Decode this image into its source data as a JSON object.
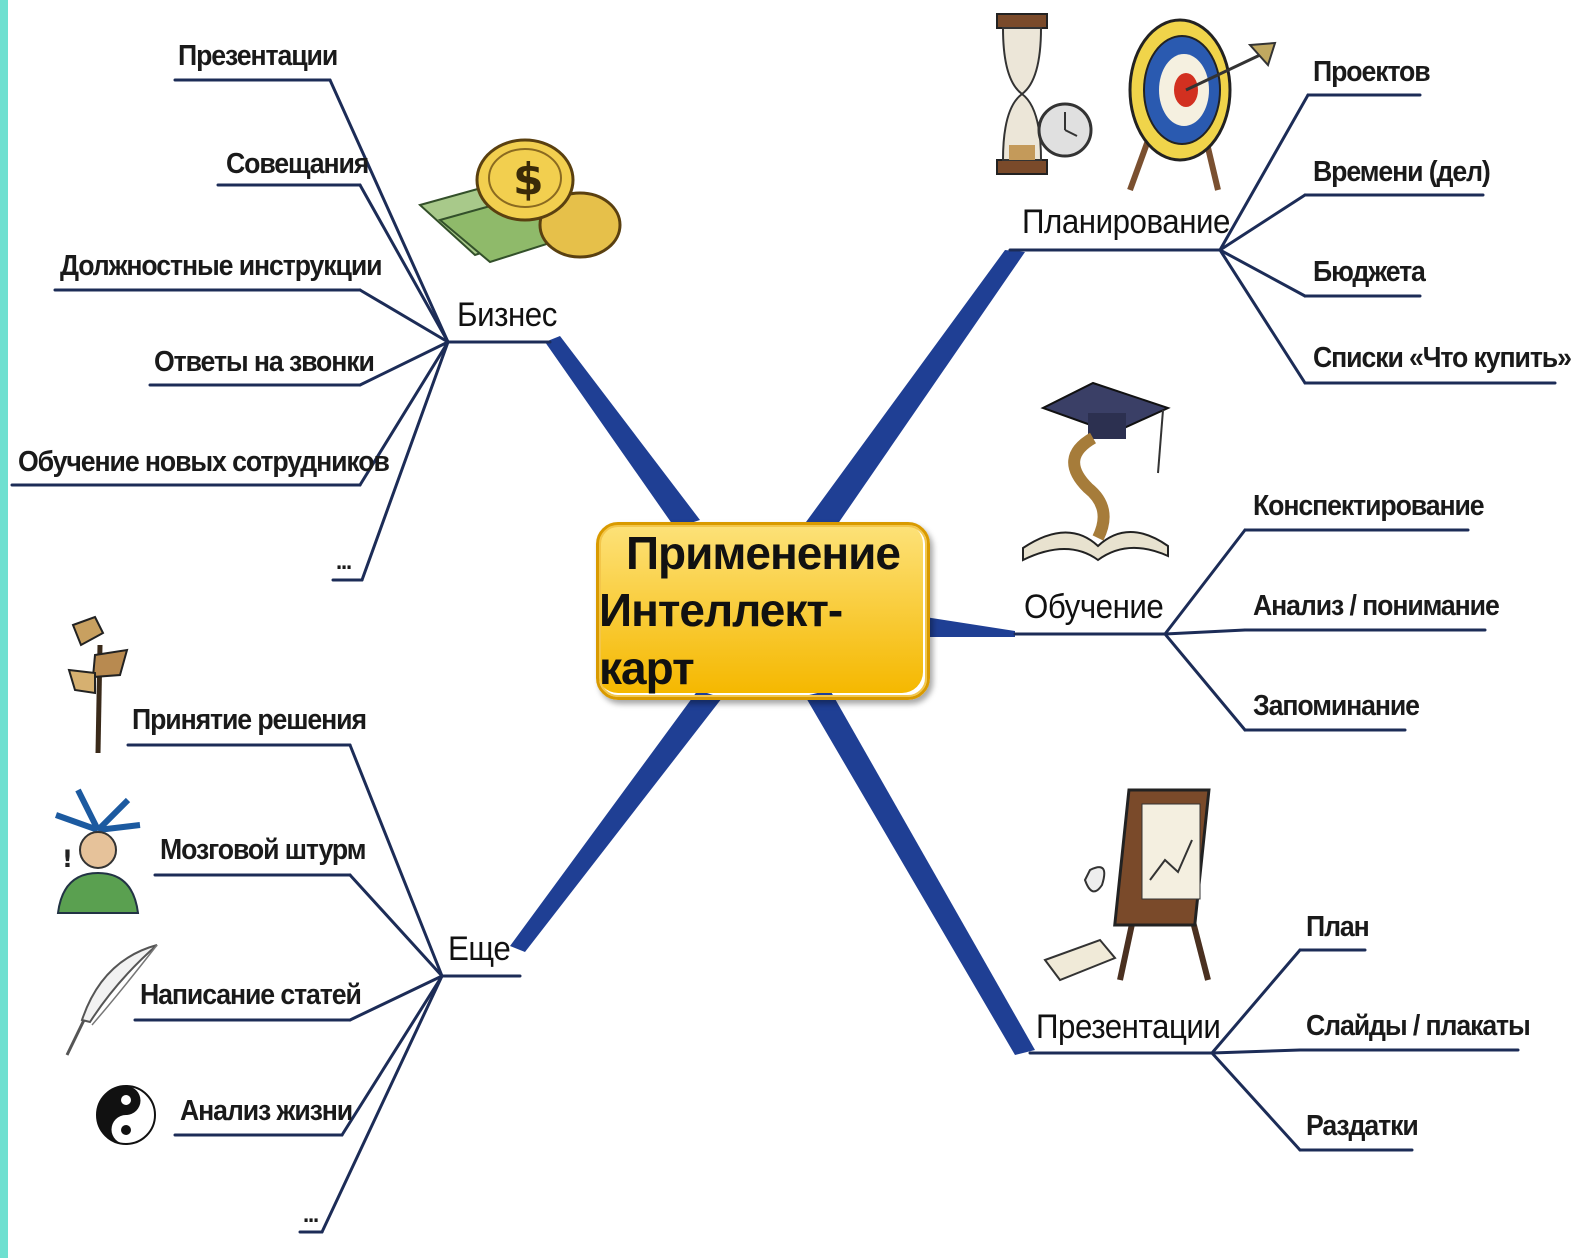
{
  "center": {
    "line1": "Применение",
    "line2": "Интеллект-карт"
  },
  "branches": {
    "business": {
      "label": "Бизнес",
      "items": [
        "Презентации",
        "Совещания",
        "Должностные инструкции",
        "Ответы на звонки",
        "Обучение новых сотрудников",
        "..."
      ]
    },
    "planning": {
      "label": "Планирование",
      "items": [
        "Проектов",
        "Времени (дел)",
        "Бюджета",
        "Списки «Что купить»"
      ]
    },
    "learning": {
      "label": "Обучение",
      "items": [
        "Конспектирование",
        "Анализ / понимание",
        "Запоминание"
      ]
    },
    "presentations": {
      "label": "Презентации",
      "items": [
        "План",
        "Слайды / плакаты",
        "Раздатки"
      ]
    },
    "more": {
      "label": "Еще",
      "items": [
        "Принятие решения",
        "Мозговой штурм",
        "Написание статей",
        "Анализ жизни",
        "..."
      ]
    }
  },
  "colors": {
    "main_branch": "#1f3f94",
    "sub_branch": "#1c2c57",
    "center_fill_top": "#fde27a",
    "center_fill_bottom": "#f5b800",
    "left_edge": "#6ee0d0"
  },
  "icons": [
    "money-icon",
    "hourglass-clock-icon",
    "target-icon",
    "graduation-book-icon",
    "easel-icon",
    "signpost-icon",
    "brainstorm-person-icon",
    "quill-icon",
    "yin-yang-icon"
  ]
}
